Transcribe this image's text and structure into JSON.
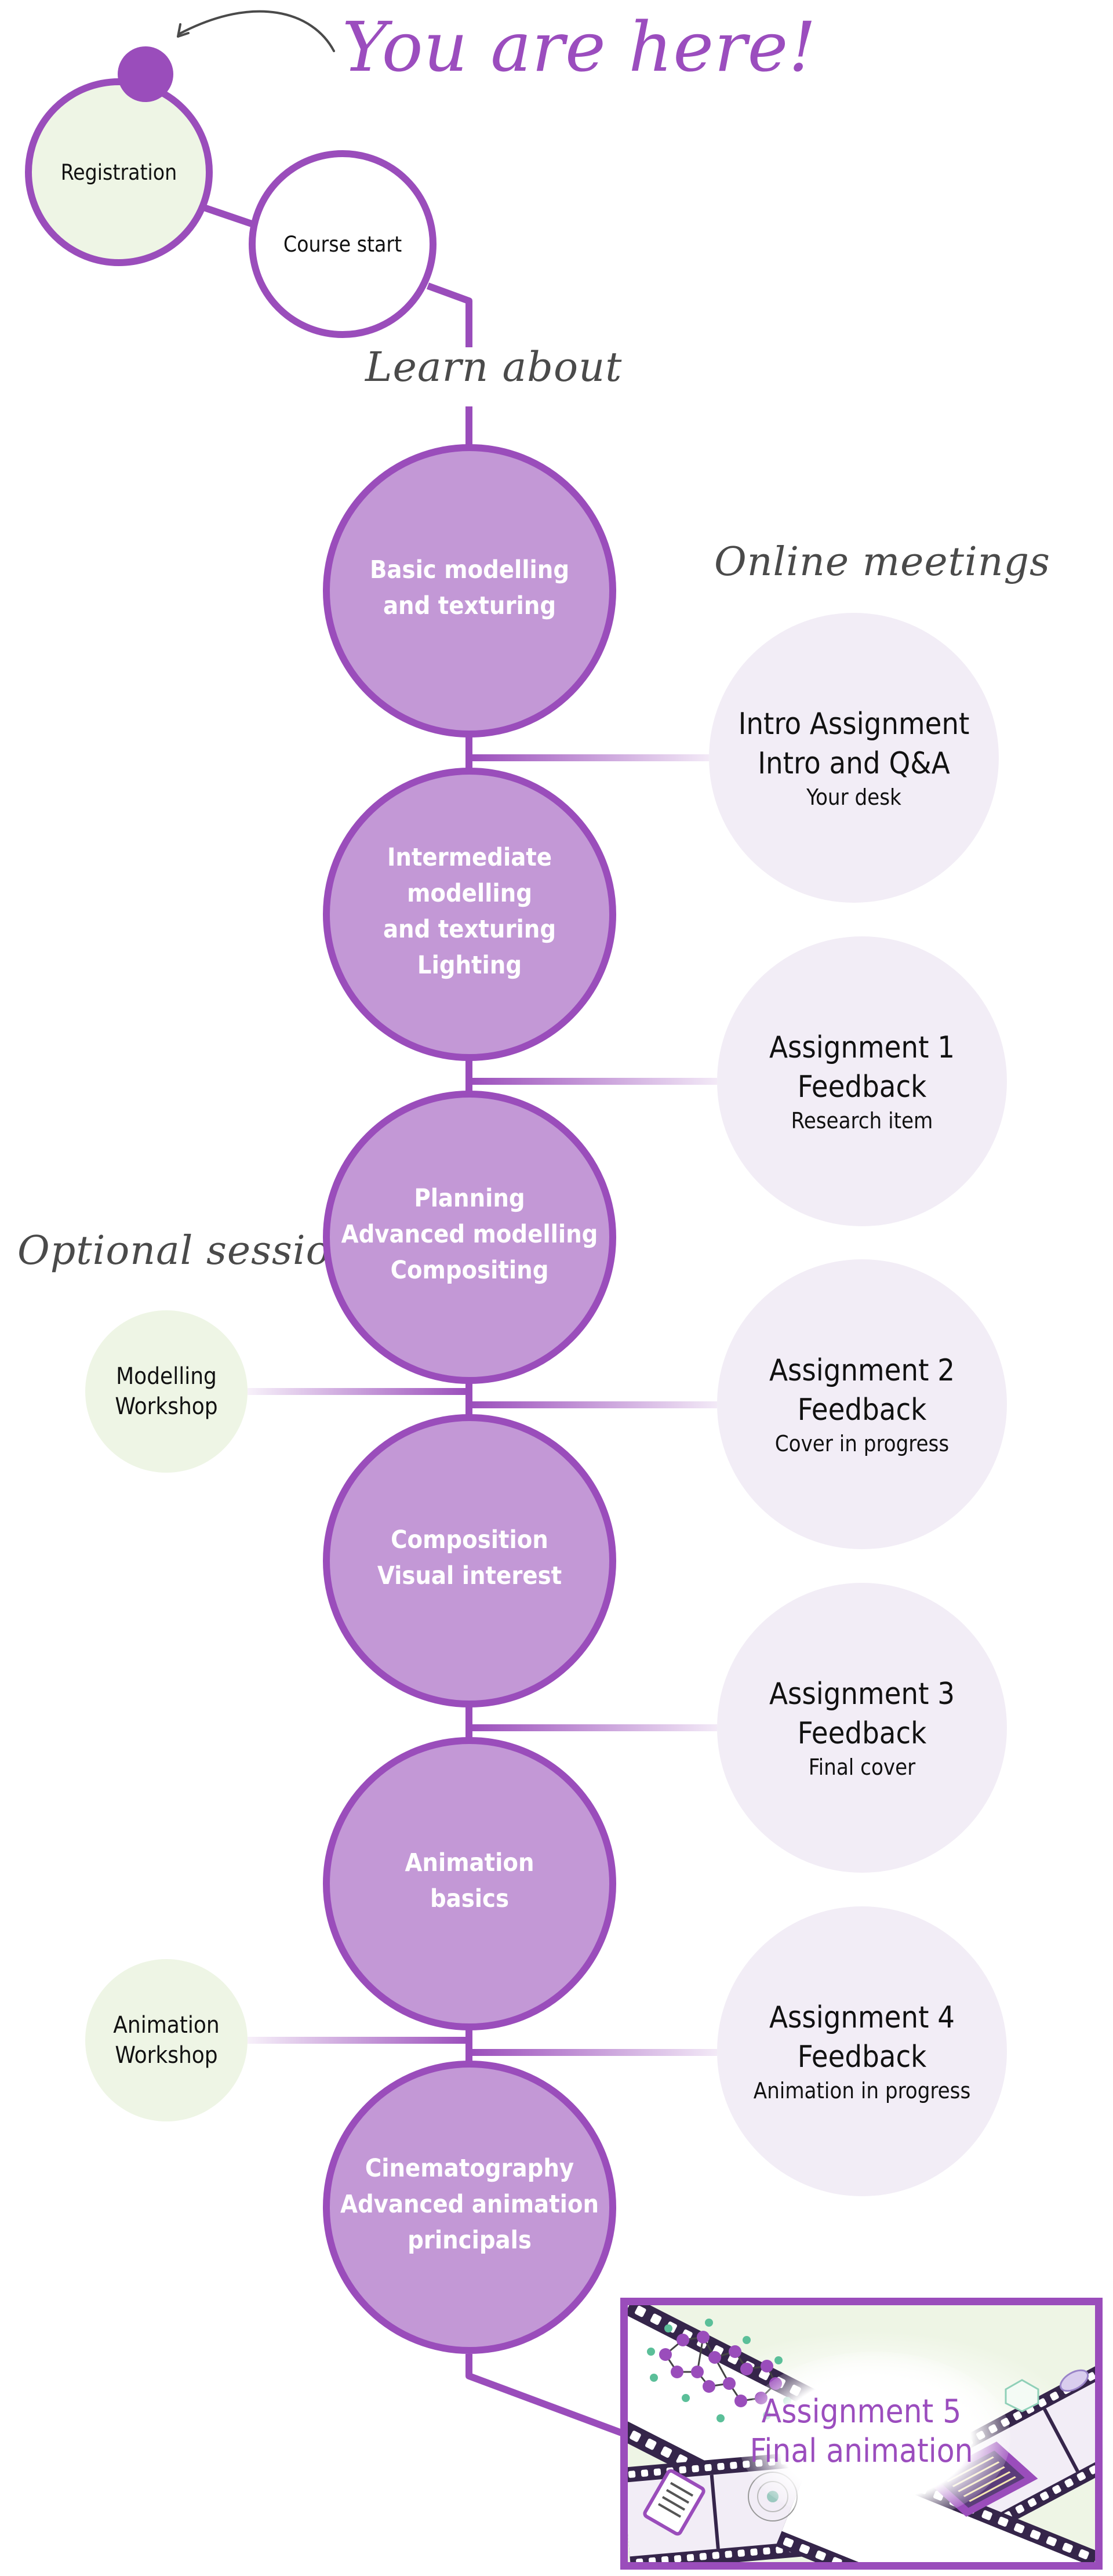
{
  "annotations": {
    "you_are_here": "You are here!",
    "learn_about": "Learn about",
    "online_meetings": "Online meetings",
    "optional_sessions": "Optional sessions"
  },
  "start": {
    "registration": "Registration",
    "course_start": "Course start",
    "current_step": "Registration"
  },
  "learn_topics": [
    {
      "label": "Basic modelling\nand texturing"
    },
    {
      "label": "Intermediate\nmodelling\nand texturing\nLighting"
    },
    {
      "label": "Planning\nAdvanced modelling\nCompositing"
    },
    {
      "label": "Composition\nVisual interest"
    },
    {
      "label": "Animation\nbasics"
    },
    {
      "label": "Cinematography\nAdvanced animation\nprincipals"
    }
  ],
  "online_meetings": [
    {
      "title": "Intro Assignment",
      "subtitle": "Intro and Q&A",
      "detail": "Your desk"
    },
    {
      "title": "Assignment 1",
      "subtitle": "Feedback",
      "detail": "Research item"
    },
    {
      "title": "Assignment 2",
      "subtitle": "Feedback",
      "detail": "Cover in progress"
    },
    {
      "title": "Assignment 3",
      "subtitle": "Feedback",
      "detail": "Final cover"
    },
    {
      "title": "Assignment 4",
      "subtitle": "Feedback",
      "detail": "Animation in progress"
    }
  ],
  "optional_sessions": [
    {
      "label": "Modelling\nWorkshop"
    },
    {
      "label": "Animation\nWorkshop"
    }
  ],
  "final_assignment": {
    "title": "Assignment 5",
    "subtitle": "Final animation",
    "image_icons": [
      "molecule-icon",
      "clipboard-icon",
      "atom-icon",
      "microchip-icon",
      "petri-dish-icon",
      "cell-icon",
      "film-strip-icon"
    ]
  },
  "colors": {
    "accent": "#9a4dbb",
    "main_fill": "#c398d6",
    "meeting_fill": "#f2edf6",
    "optional_fill": "#eef5e5",
    "script_text": "#4a4a4a",
    "film_strip": "#35254a"
  }
}
